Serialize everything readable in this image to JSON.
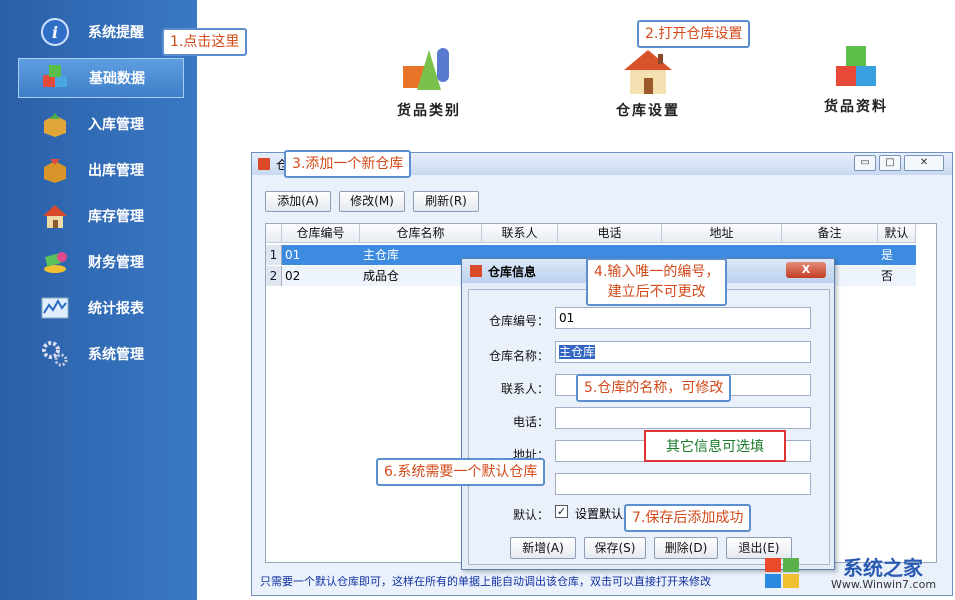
{
  "sidebar": {
    "items": [
      {
        "label": "系统提醒"
      },
      {
        "label": "基础数据"
      },
      {
        "label": "入库管理"
      },
      {
        "label": "出库管理"
      },
      {
        "label": "库存管理"
      },
      {
        "label": "财务管理"
      },
      {
        "label": "统计报表"
      },
      {
        "label": "系统管理"
      }
    ]
  },
  "top_icons": [
    {
      "label": "货品类别"
    },
    {
      "label": "仓库设置"
    },
    {
      "label": "货品资料"
    }
  ],
  "callouts": {
    "c1": "1.点击这里",
    "c2": "2.打开仓库设置",
    "c3": "3.添加一个新仓库",
    "c4_line1": "4.输入唯一的编号，",
    "c4_line2": "建立后不可更改",
    "c5": "5.仓库的名称，可修改",
    "c6": "6.系统需要一个默认仓库",
    "c7": "7.保存后添加成功",
    "other": "其它信息可选填"
  },
  "main_window": {
    "title": "仓",
    "toolbar": {
      "add": "添加(A)",
      "edit": "修改(M)",
      "refresh": "刷新(R)"
    },
    "columns": [
      "仓库编号",
      "仓库名称",
      "联系人",
      "电话",
      "地址",
      "备注",
      "默认"
    ],
    "rows": [
      {
        "num": "1",
        "code": "01",
        "name": "主仓库",
        "default": "是"
      },
      {
        "num": "2",
        "code": "02",
        "name": "成品仓",
        "default": "否"
      }
    ],
    "status": "只需要一个默认仓库即可，这样在所有的单据上能自动调出该仓库，双击可以直接打开来修改"
  },
  "dialog": {
    "title": "仓库信息",
    "close": "X",
    "fields": {
      "code_label": "仓库编号：",
      "code_value": "01",
      "name_label": "仓库名称：",
      "name_value": "主仓库",
      "contact_label": "联系人：",
      "phone_label": "电话：",
      "address_label": "地址：",
      "default_label": "默认：",
      "default_checkbox_label": "设置默认启"
    },
    "buttons": {
      "new": "新增(A)",
      "save": "保存(S)",
      "delete": "删除(D)",
      "exit": "退出(E)"
    }
  },
  "watermark": {
    "text": "系统之家",
    "url": "Www.Winwin7.com"
  }
}
